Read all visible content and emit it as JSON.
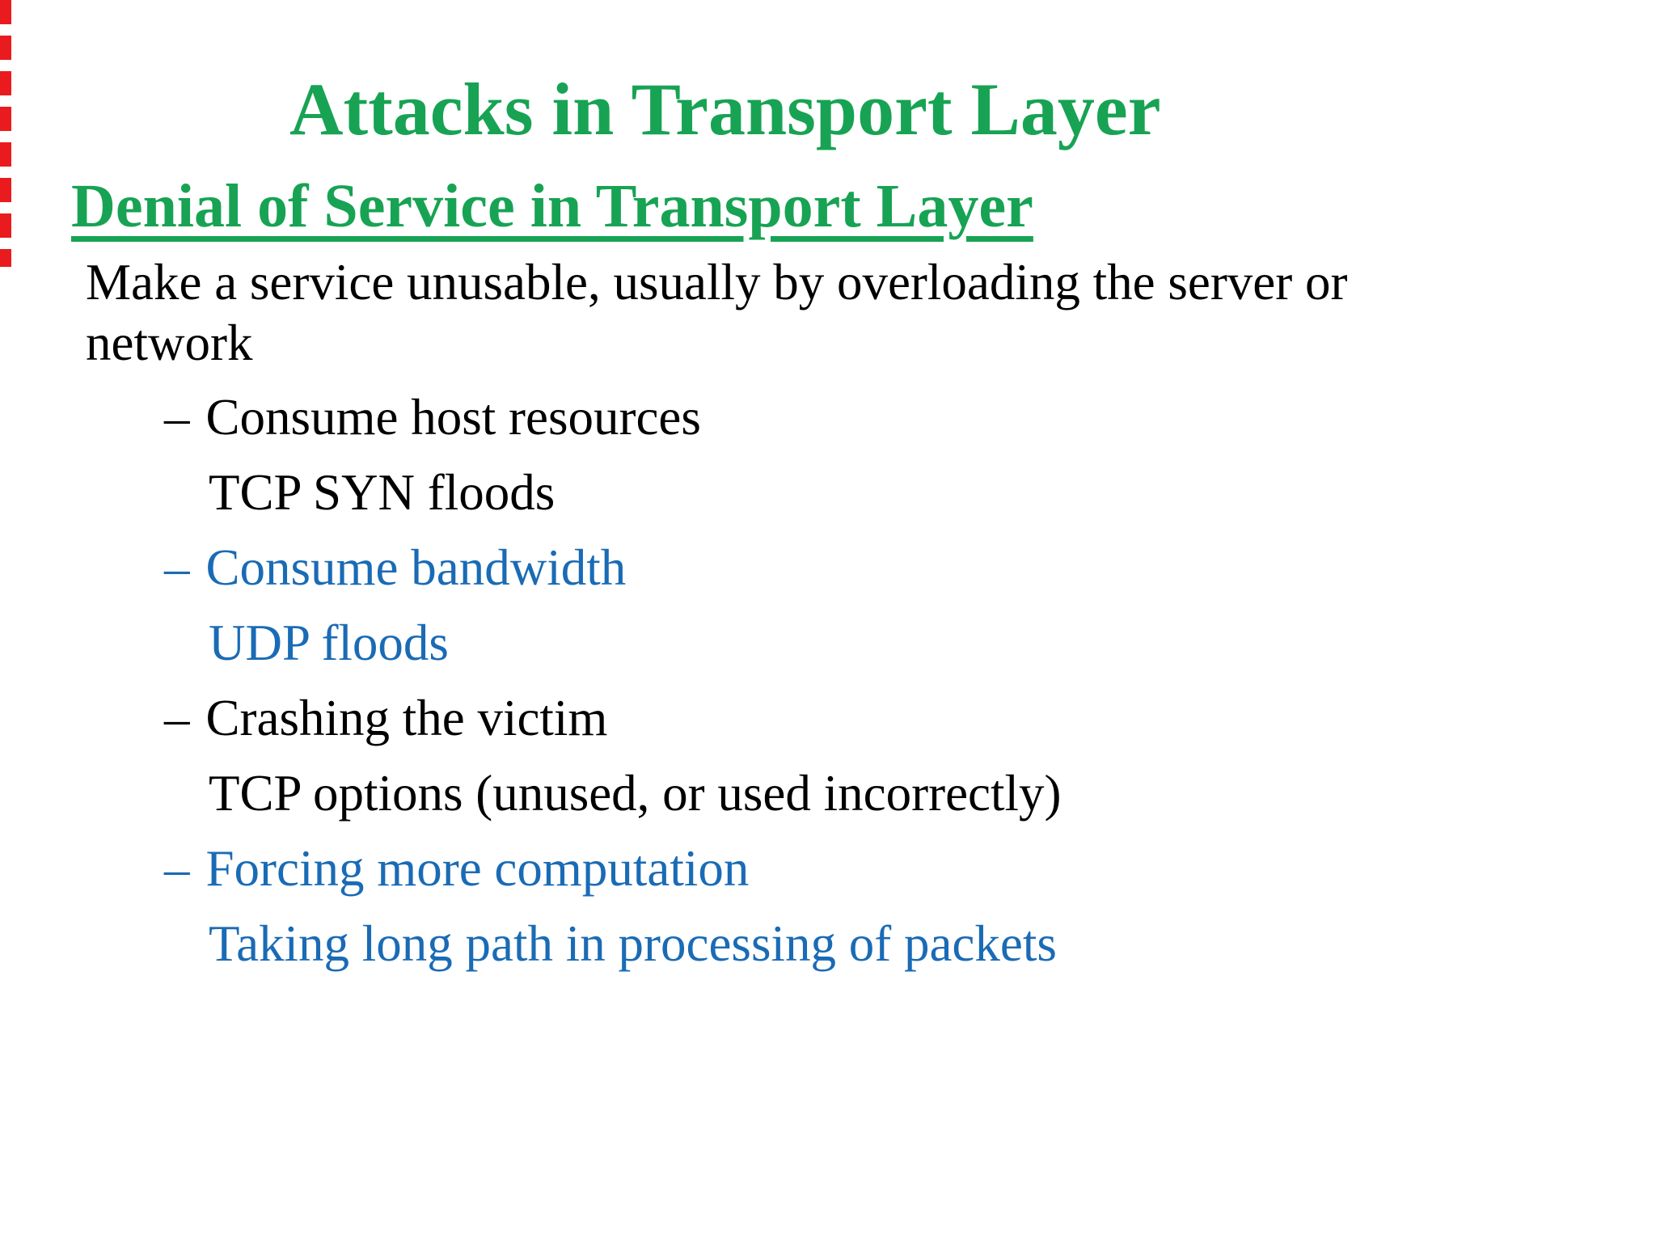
{
  "slide": {
    "title": "Attacks in Transport Layer",
    "heading": "Denial of Service in Transport Layer",
    "intro": {
      "line1": "Make a service unusable, usually by overloading the server or",
      "line2": "network"
    },
    "bullets": [
      {
        "dash": "–",
        "text": "Consume host resources",
        "sub": "TCP SYN floods",
        "color": "#000000"
      },
      {
        "dash": "–",
        "text": "Consume bandwidth",
        "sub": "UDP floods",
        "color": "#1a6bb5"
      },
      {
        "dash": "–",
        "text": "Crashing the victim",
        "sub": "TCP options (unused, or used incorrectly)",
        "color": "#000000"
      },
      {
        "dash": "–",
        "text": "Forcing more computation",
        "sub": "Taking long path in processing of packets",
        "color": "#1a6bb5"
      }
    ]
  },
  "colors": {
    "green": "#17a353",
    "blue": "#1a6bb5",
    "red": "#ea1b1e",
    "black": "#000000",
    "background": "#ffffff"
  }
}
